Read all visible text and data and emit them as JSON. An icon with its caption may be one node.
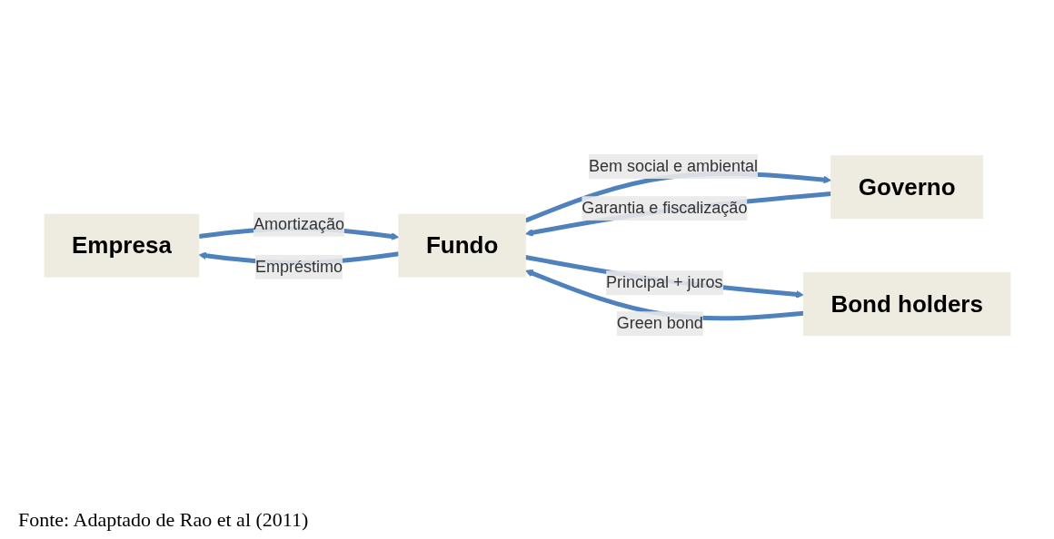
{
  "diagram": {
    "caption": "Fonte: Adaptado de Rao et al (2011)",
    "nodes": [
      {
        "text": [
          "Empresa"
        ]
      },
      {
        "text": [
          "Governo"
        ]
      },
      {
        "text": [
          "Fundo"
        ]
      },
      {
        "text": [
          "Bond holders"
        ]
      }
    ],
    "edges": [
      {
        "from": 2,
        "to": 0,
        "arrow": "to",
        "label": "Empréstimo"
      },
      {
        "from": 0,
        "to": 2,
        "arrow": "to",
        "label": "Amortização"
      },
      {
        "from": 2,
        "to": 1,
        "arrow": "to",
        "label": "Bem social e ambiental"
      },
      {
        "from": 1,
        "to": 2,
        "arrow": "to",
        "label": "Garantia e fiscalização"
      },
      {
        "from": 3,
        "to": 2,
        "arrow": "to",
        "label": "Green bond"
      },
      {
        "from": 2,
        "to": 3,
        "arrow": "to",
        "label": "Principal + juros"
      }
    ]
  }
}
